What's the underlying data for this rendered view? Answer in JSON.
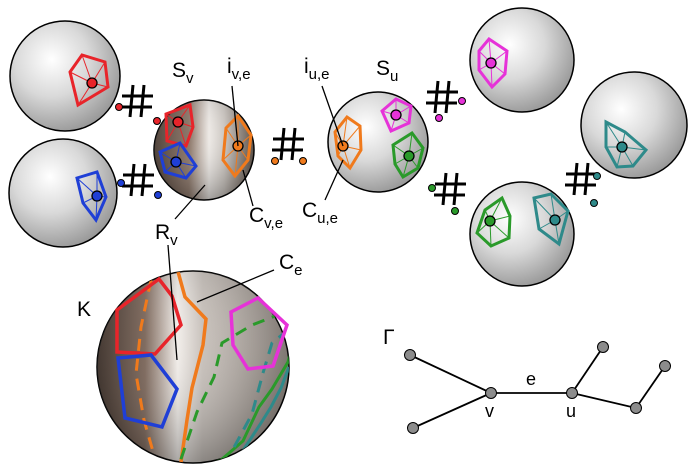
{
  "labels": {
    "s_v": {
      "main": "S",
      "sub": "v"
    },
    "s_u": {
      "main": "S",
      "sub": "u"
    },
    "i_ve": {
      "main": "i",
      "sub": "v,e"
    },
    "i_ue": {
      "main": "i",
      "sub": "u,e"
    },
    "c_ve": {
      "main": "C",
      "sub": "v,e"
    },
    "c_ue": {
      "main": "C",
      "sub": "u,e"
    },
    "r_v": {
      "main": "R",
      "sub": "v"
    },
    "c_e": {
      "main": "C",
      "sub": "e"
    },
    "k": "K",
    "gamma": "Γ",
    "edge_e": "e",
    "vertex_v": "v",
    "vertex_u": "u"
  },
  "colors": {
    "red": "#e8242a",
    "blue": "#1f3fd6",
    "orange": "#f07a1c",
    "magenta": "#e632d8",
    "green": "#2a9a2a",
    "teal": "#2e8a8a",
    "sphere_gray": "#c8c8c8",
    "sphere_brown": "#6b5548"
  },
  "icons": [
    "connected-sum-symbol",
    "hash-icon"
  ]
}
